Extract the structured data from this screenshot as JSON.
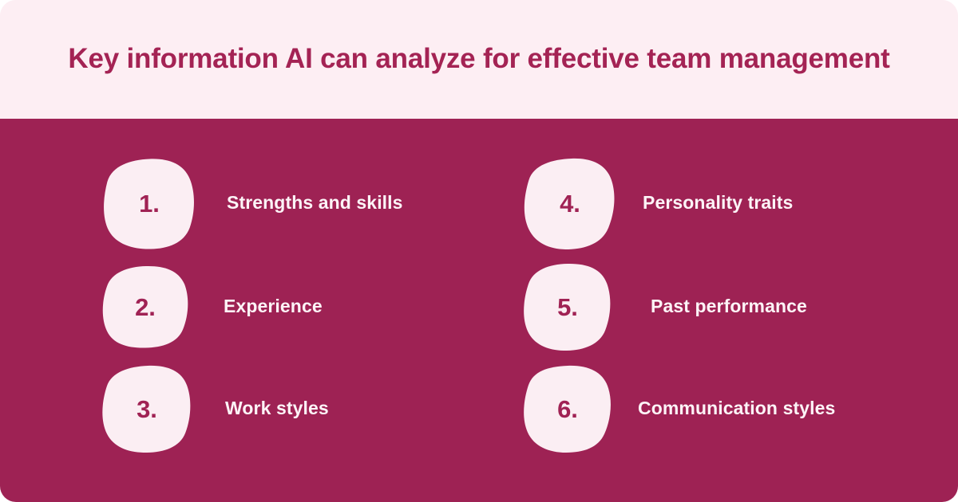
{
  "header": {
    "title": "Key information AI can analyze for effective team management",
    "background_color": "#FDEEF3",
    "title_color": "#A42354"
  },
  "body": {
    "background_color": "#9E2254",
    "label_color": "#FDF4F7",
    "badge_background_color": "#FBEEF3",
    "badge_number_color": "#A02254"
  },
  "items": [
    {
      "number": "1.",
      "label": "Strengths and skills",
      "column": "left",
      "row": 1
    },
    {
      "number": "2.",
      "label": "Experience",
      "column": "left",
      "row": 2
    },
    {
      "number": "3.",
      "label": "Work styles",
      "column": "left",
      "row": 3
    },
    {
      "number": "4.",
      "label": "Personality traits",
      "column": "right",
      "row": 1
    },
    {
      "number": "5.",
      "label": "Past performance",
      "column": "right",
      "row": 2
    },
    {
      "number": "6.",
      "label": "Communication styles",
      "column": "right",
      "row": 3
    }
  ]
}
